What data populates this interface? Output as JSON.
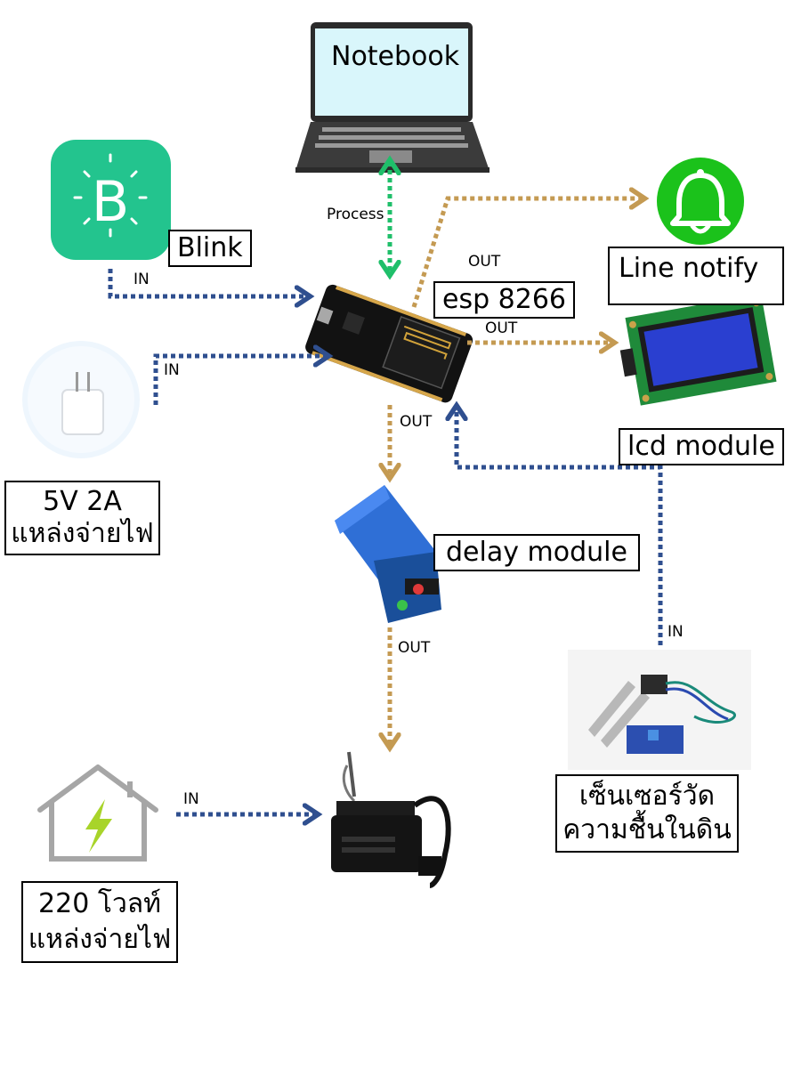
{
  "nodes": {
    "notebook": {
      "label": "Notebook"
    },
    "blink": {
      "label": "Blink"
    },
    "esp": {
      "label": "esp 8266"
    },
    "line_notify": {
      "label": "Line notify"
    },
    "lcd": {
      "label": "lcd module"
    },
    "power_5v": {
      "line1": "5V 2A",
      "line2": "แหล่งจ่ายไฟ"
    },
    "relay": {
      "label": "delay module"
    },
    "sensor": {
      "line1": "เซ็นเซอร์วัด",
      "line2": "ความชื้นในดิน"
    },
    "power_220": {
      "line1": "220 โวลท์",
      "line2": "แหล่งจ่ายไฟ"
    }
  },
  "edges": {
    "process": "Process",
    "blink_in": "IN",
    "charger_in": "IN",
    "line_out": "OUT",
    "lcd_out": "OUT",
    "relay_out": "OUT",
    "pump_out": "OUT",
    "sensor_in": "IN",
    "house_in": "IN"
  },
  "colors": {
    "in_arrow": "#2f4f8f",
    "out_arrow": "#c49a52",
    "process_arrow": "#1fbf6a",
    "blynk_green": "#23c48e",
    "bell_green": "#1bc21b"
  }
}
